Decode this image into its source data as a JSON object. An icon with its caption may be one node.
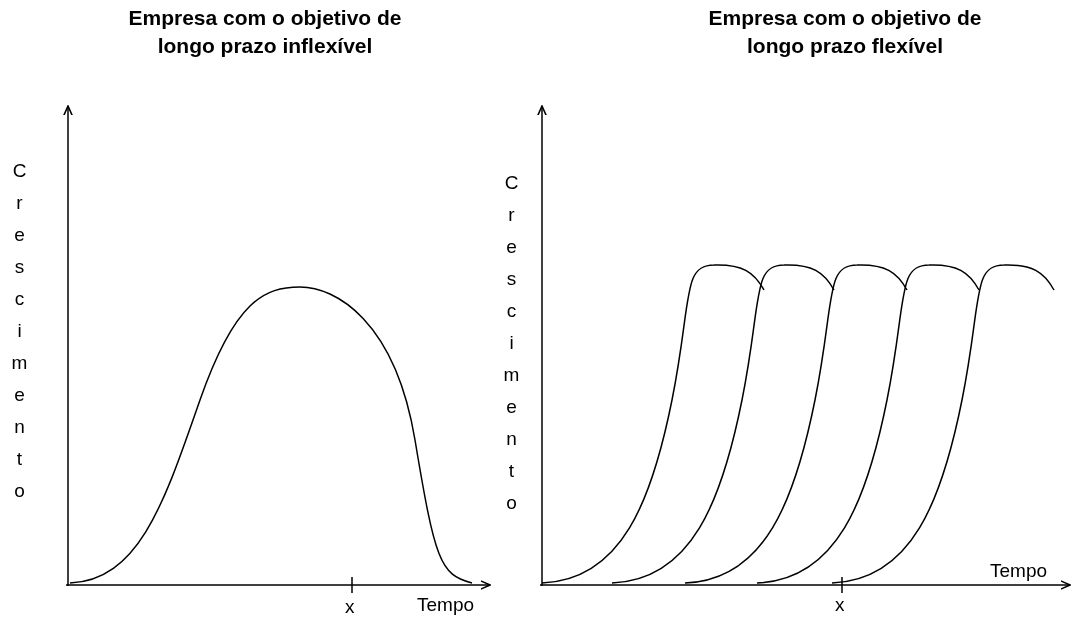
{
  "diagram": {
    "labels": [
      "Empresa com o objetivo de longo prazo inflexível",
      "Empresa com o objetivo de longo prazo flexível",
      "Crescimento",
      "Crescimento",
      "x",
      "Tempo",
      "x",
      "Tempo"
    ]
  }
}
